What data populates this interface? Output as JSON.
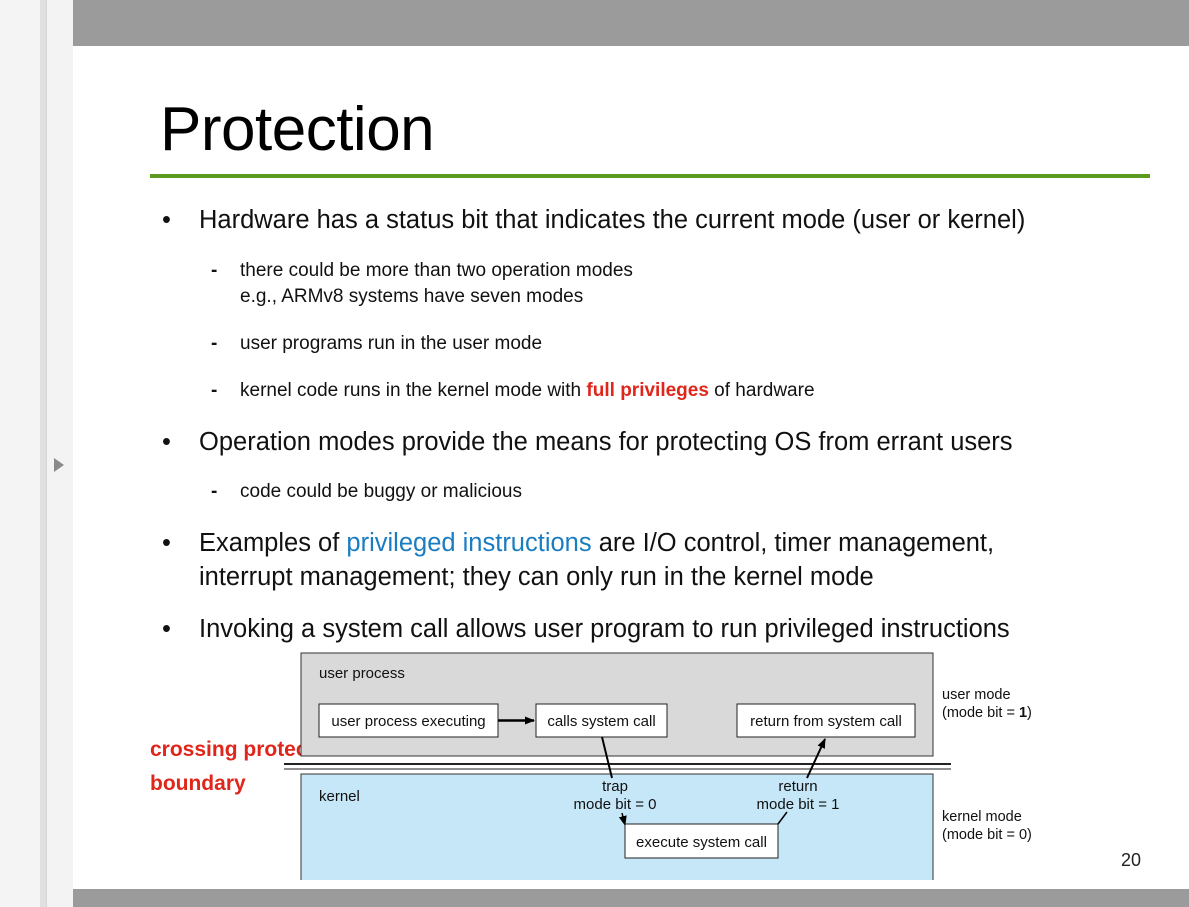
{
  "slide": {
    "title": "Protection",
    "page_number": "20",
    "crossing_label": "crossing protection boundary",
    "bullets": [
      {
        "text": "Hardware has a status bit that indicates the current mode (user or kernel)"
      },
      {
        "text": "Operation modes provide the means for protecting OS from errant users"
      },
      {
        "text_before": "Examples of ",
        "highlight": "privileged instructions",
        "text_after": " are I/O control, timer management,",
        "line2": "interrupt management; they can only run in the kernel mode"
      },
      {
        "text": "Invoking a system call allows user program to run privileged instructions"
      }
    ],
    "subbullets": [
      {
        "line1": "there could be more than two operation modes",
        "line2": "e.g., ARMv8 systems have seven modes"
      },
      {
        "text": "user programs run in the user mode"
      },
      {
        "text_before": "kernel code runs in the kernel mode with ",
        "highlight": "full privileges",
        "text_after": " of hardware"
      },
      {
        "text": "code could be buggy or malicious"
      }
    ]
  },
  "diagram": {
    "user_process_label": "user process",
    "kernel_label": "kernel",
    "box_user_executing": "user process executing",
    "box_calls": "calls system call",
    "box_return": "return from system call",
    "box_execute": "execute system call",
    "trap_label": "trap",
    "trap_mode": "mode bit = 0",
    "return_label": "return",
    "return_mode": "mode bit = 1",
    "user_mode": "user mode",
    "user_mode_bit_prefix": "(mode bit = ",
    "user_mode_bit_value": "1",
    "user_mode_bit_suffix": ")",
    "kernel_mode": "kernel mode",
    "kernel_mode_bit": "(mode bit = 0)",
    "colors": {
      "user_area": "#d9d9d9",
      "kernel_area": "#c6e7f8"
    }
  },
  "colors": {
    "title_rule": "#5a9a1f",
    "highlight_red": "#e0261b",
    "highlight_blue": "#1a7cc1",
    "bars": "#9b9b9b"
  }
}
